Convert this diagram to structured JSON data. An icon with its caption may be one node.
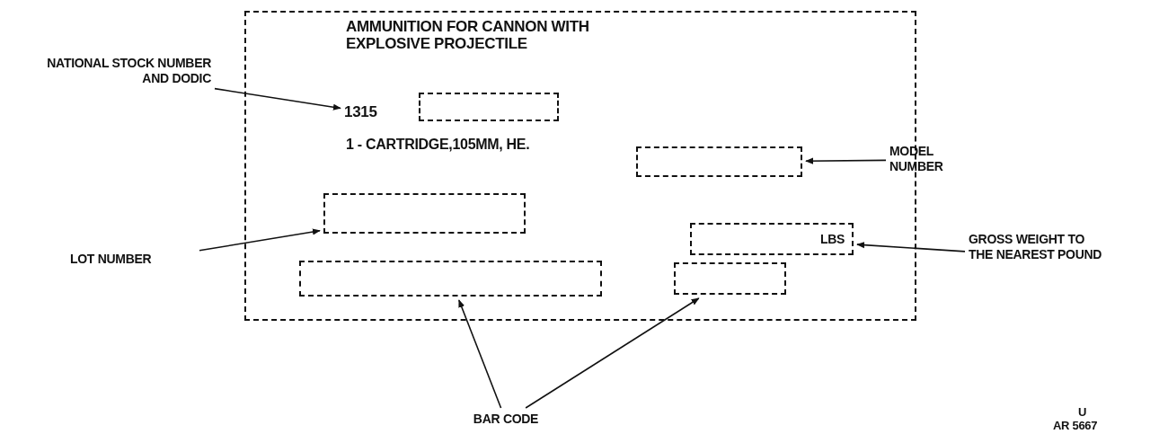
{
  "diagram": {
    "nodes": [
      {
        "text": [
          "AMMUNITION FOR CANNON WITH EXPLOSIVE PROJECTILE",
          "1 - CARTRIDGE,105MM, HE."
        ]
      },
      {
        "text": [
          "NATIONAL STOCK NUMBER AND DODIC"
        ]
      },
      {
        "text": [
          "1315"
        ],
        "in": 0
      },
      {
        "text": [],
        "shape": "box",
        "in": 0
      },
      {
        "text": [],
        "shape": "box",
        "in": 0
      },
      {
        "text": [
          "MODEL NUMBER"
        ]
      },
      {
        "text": [],
        "shape": "box",
        "in": 0
      },
      {
        "text": [
          "LBS"
        ],
        "in": 0
      },
      {
        "text": [
          "GROSS WEIGHT TO THE NEAREST POUND"
        ]
      },
      {
        "text": [
          "LOT NUMBER"
        ]
      },
      {
        "text": [],
        "shape": "box",
        "in": 0
      },
      {
        "text": [],
        "shape": "box",
        "in": 0
      },
      {
        "text": [
          "BAR CODE"
        ]
      }
    ],
    "edges": [
      {
        "from": 1,
        "to": 2,
        "arrow": "to"
      },
      {
        "from": 5,
        "to": 4,
        "arrow": "to"
      },
      {
        "from": 9,
        "to": 6,
        "arrow": "to"
      },
      {
        "from": 8,
        "to": 7,
        "arrow": "to"
      },
      {
        "from": 12,
        "to": 10,
        "arrow": "to"
      },
      {
        "from": 12,
        "to": 11,
        "arrow": "to"
      }
    ],
    "labels": [
      "U",
      "AR 5667"
    ]
  }
}
